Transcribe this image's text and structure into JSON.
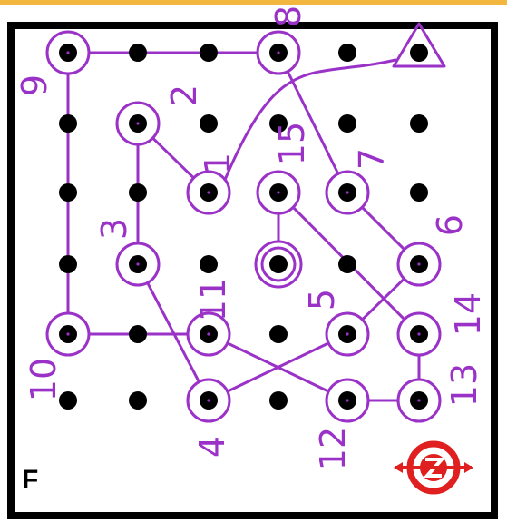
{
  "map": {
    "letter": "F",
    "colors": {
      "course": "#9a32c8",
      "dot": "#000000",
      "frame": "#000000",
      "top_strip": "#f3b73f",
      "logo_red": "#e02020"
    },
    "grid": {
      "columns": 6,
      "rows": 6
    },
    "start": {
      "col": 6,
      "row": 1,
      "symbol": "triangle"
    },
    "finish": {
      "col": 4,
      "row": 4,
      "symbol": "double-circle"
    },
    "controls": [
      {
        "number": "1",
        "col": 3,
        "row": 3
      },
      {
        "number": "2",
        "col": 2,
        "row": 2
      },
      {
        "number": "3",
        "col": 2,
        "row": 4
      },
      {
        "number": "4",
        "col": 3,
        "row": 6
      },
      {
        "number": "5",
        "col": 5,
        "row": 5
      },
      {
        "number": "6",
        "col": 6,
        "row": 4
      },
      {
        "number": "7",
        "col": 5,
        "row": 3
      },
      {
        "number": "8",
        "col": 4,
        "row": 1
      },
      {
        "number": "9",
        "col": 1,
        "row": 1
      },
      {
        "number": "10",
        "col": 1,
        "row": 5
      },
      {
        "number": "11",
        "col": 3,
        "row": 5
      },
      {
        "number": "12",
        "col": 5,
        "row": 6
      },
      {
        "number": "13",
        "col": 6,
        "row": 6
      },
      {
        "number": "14",
        "col": 6,
        "row": 5
      },
      {
        "number": "15",
        "col": 4,
        "row": 3
      }
    ],
    "route": [
      "start",
      "1",
      "2",
      "3",
      "4",
      "5",
      "6",
      "7",
      "8",
      "9",
      "10",
      "11",
      "12",
      "13",
      "14",
      "15",
      "finish"
    ],
    "logo": "compass-logo"
  }
}
